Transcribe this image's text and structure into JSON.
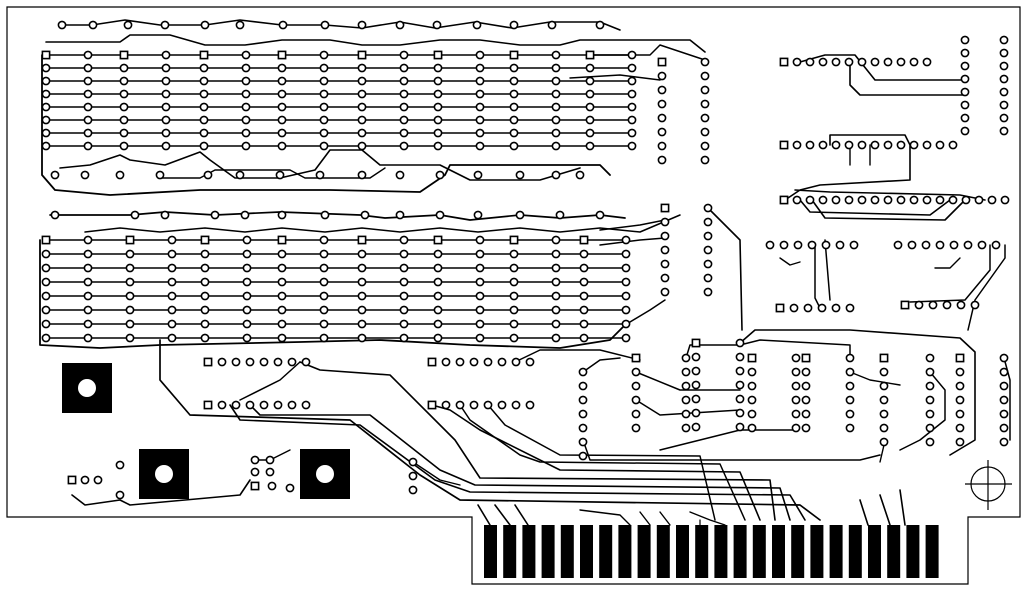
{
  "diagram": {
    "type": "pcb-artwork",
    "colors": {
      "background": "#ffffff",
      "copper": "#000000",
      "drill": "#ffffff"
    },
    "edge_connector": {
      "finger_count": 24
    },
    "mounting_holes": {
      "count": 3
    },
    "registration_marks": {
      "count": 1
    },
    "labels": []
  }
}
